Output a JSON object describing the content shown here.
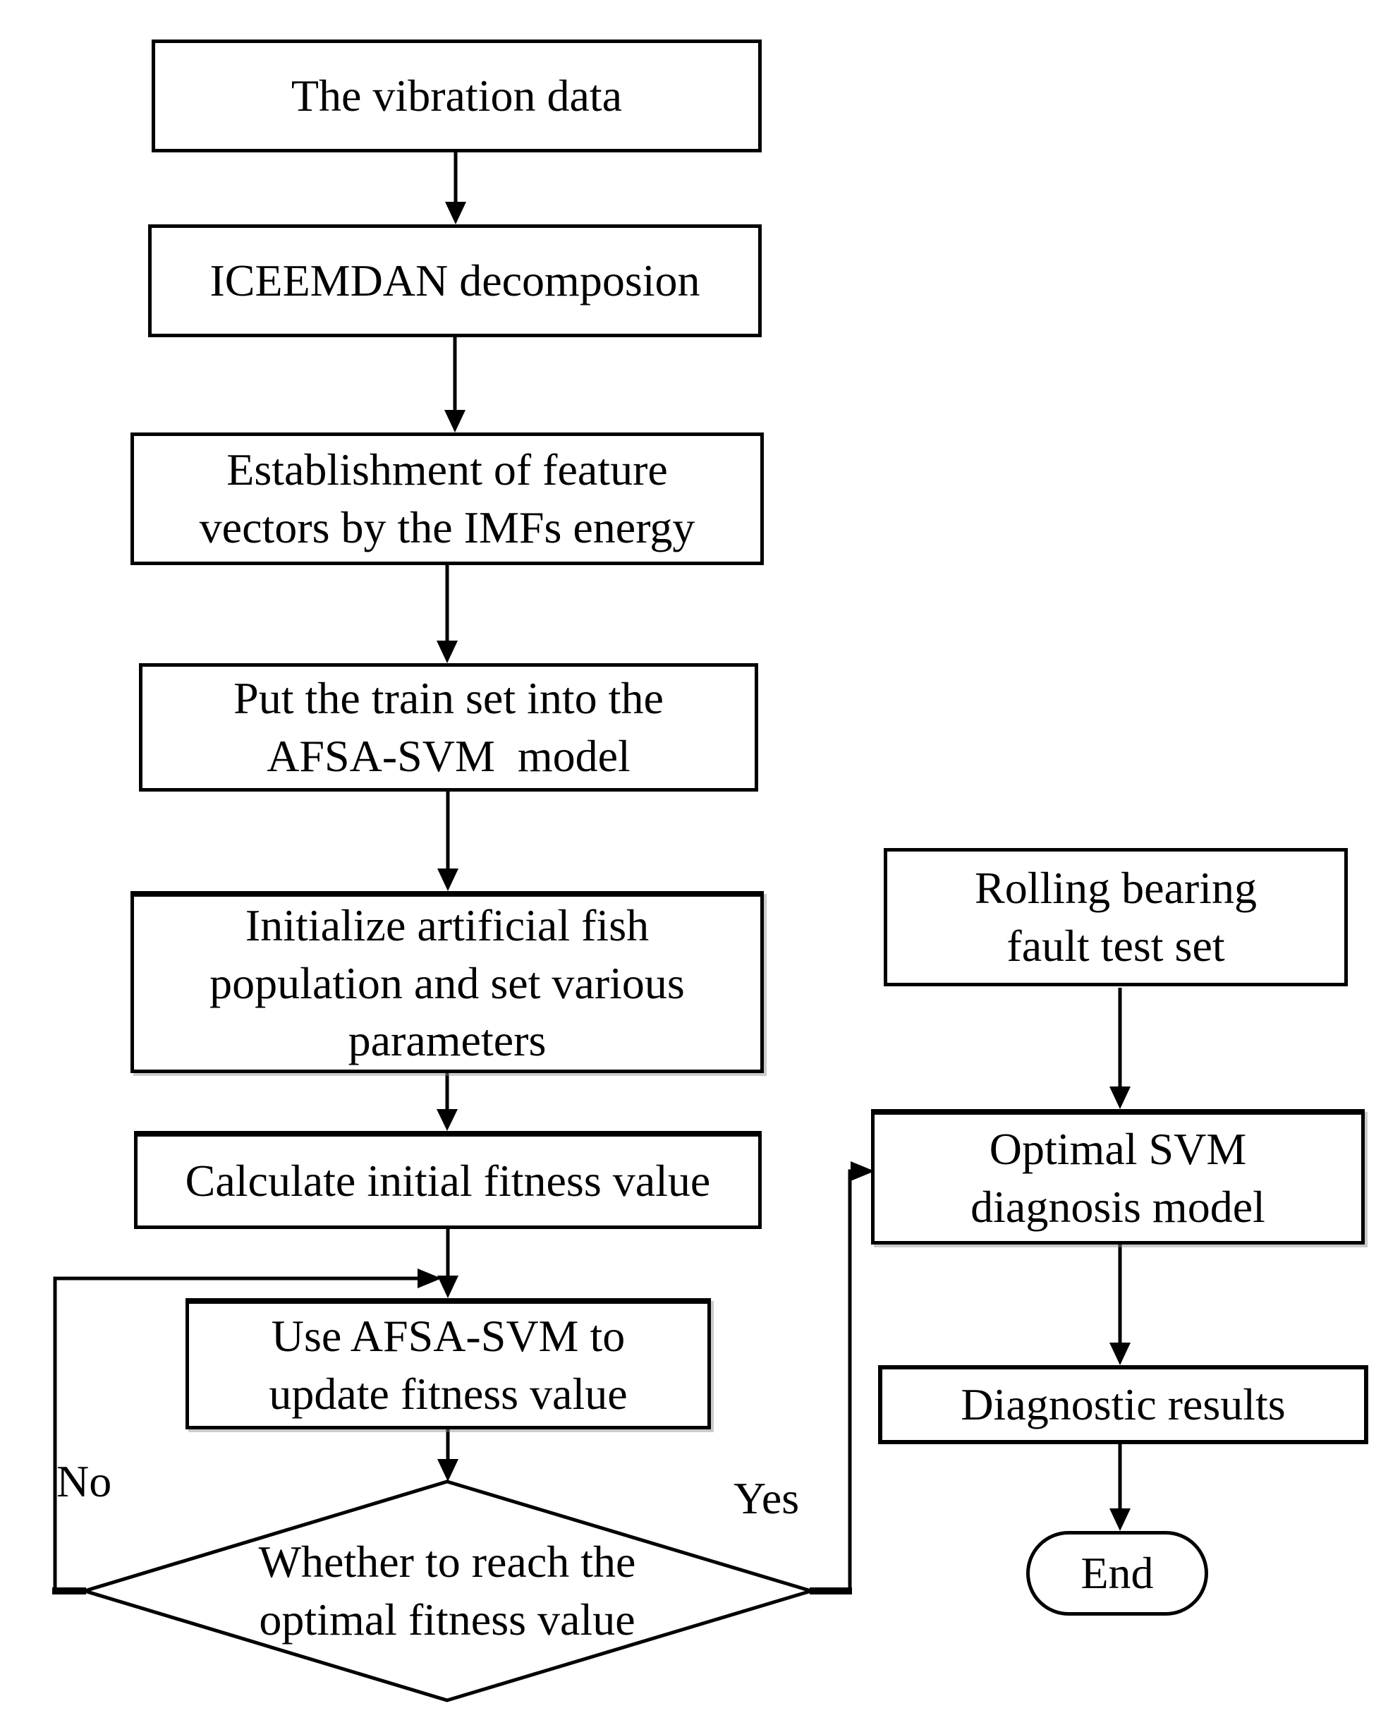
{
  "nodes": {
    "b1": {
      "lines": [
        "The vibration data"
      ]
    },
    "b2": {
      "lines": [
        "ICEEMDAN decomposion"
      ]
    },
    "b3": {
      "lines": [
        "Establishment of feature",
        "vectors by the IMFs energy"
      ]
    },
    "b4": {
      "lines": [
        "Put the train set into the",
        "AFSA-SVM  model"
      ]
    },
    "b5": {
      "lines": [
        "Initialize artificial fish",
        "population and set various",
        "parameters"
      ]
    },
    "b6": {
      "lines": [
        "Calculate initial fitness value"
      ]
    },
    "b7": {
      "lines": [
        "Use AFSA-SVM to",
        "update fitness value"
      ]
    },
    "decision": {
      "lines": [
        "Whether to reach the",
        "optimal fitness value"
      ]
    },
    "r1": {
      "lines": [
        "Rolling bearing",
        "fault test set"
      ]
    },
    "r2": {
      "lines": [
        "Optimal SVM",
        "diagnosis model"
      ]
    },
    "r3": {
      "lines": [
        "Diagnostic results"
      ]
    },
    "end": {
      "lines": [
        "End"
      ]
    }
  },
  "edge_labels": {
    "no": "No",
    "yes": "Yes"
  },
  "colors": {
    "line": "#000000",
    "text": "#000000",
    "background": "#ffffff"
  }
}
